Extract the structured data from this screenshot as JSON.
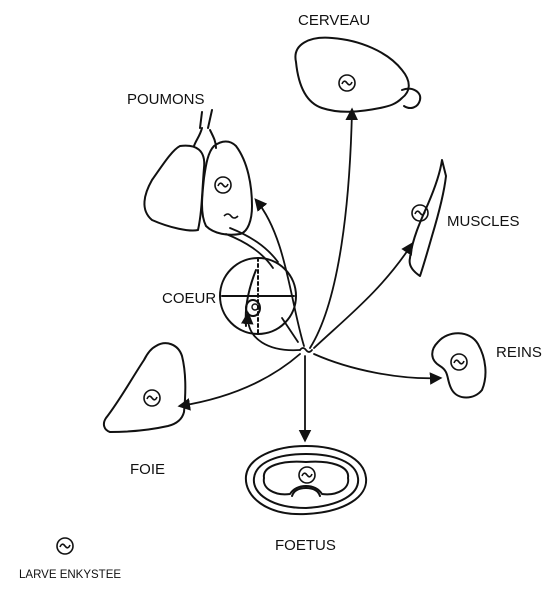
{
  "labels": {
    "cerveau": "CERVEAU",
    "poumons": "POUMONS",
    "muscles": "MUSCLES",
    "coeur": "COEUR",
    "reins": "REINS",
    "foie": "FOIE",
    "foetus": "FOETUS",
    "larve": "LARVE ENKYSTEE"
  }
}
